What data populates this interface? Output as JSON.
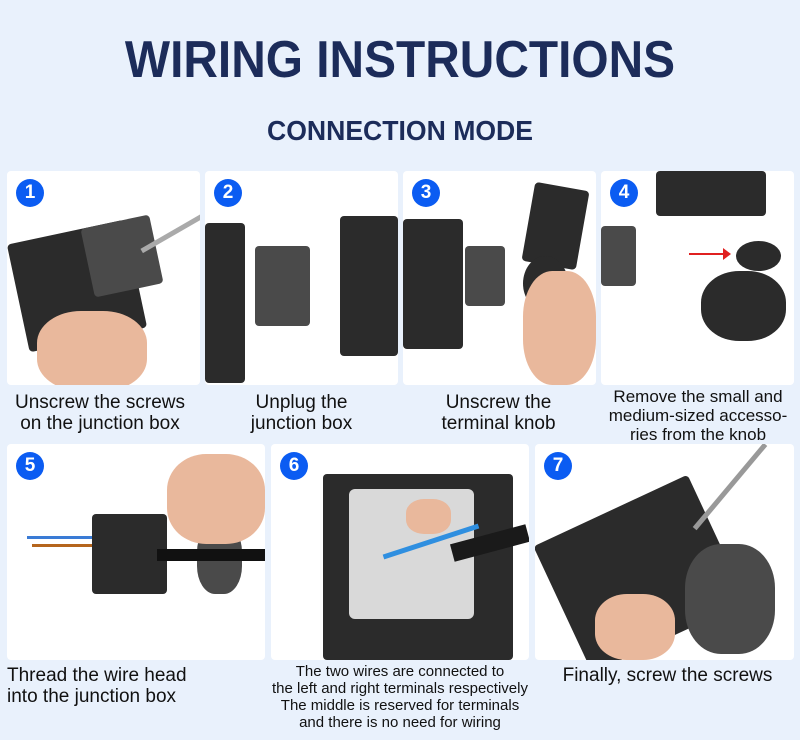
{
  "header": {
    "title": "WIRING INSTRUCTIONS",
    "subtitle": "CONNECTION MODE"
  },
  "steps": [
    {
      "number": "1",
      "caption_lines": [
        "Unscrew the screws",
        "on the junction box"
      ]
    },
    {
      "number": "2",
      "caption_lines": [
        "Unplug the",
        "junction box"
      ]
    },
    {
      "number": "3",
      "caption_lines": [
        "Unscrew the",
        "terminal knob"
      ]
    },
    {
      "number": "4",
      "caption_lines": [
        "Remove the small and",
        "medium-sized accesso-",
        "ries from the knob"
      ]
    },
    {
      "number": "5",
      "caption_lines": [
        "Thread the wire head",
        "into the junction box"
      ]
    },
    {
      "number": "6",
      "caption_lines": [
        "The two wires are connected to",
        "the left and right terminals respectively",
        "The middle is reserved for terminals",
        "and there is no need for wiring"
      ]
    },
    {
      "number": "7",
      "caption_lines": [
        "Finally, screw the screws"
      ]
    }
  ],
  "colors": {
    "background": "#e9f1fc",
    "title": "#1c2c5a",
    "badge": "#0b5cf2",
    "arrow": "#e02020"
  }
}
